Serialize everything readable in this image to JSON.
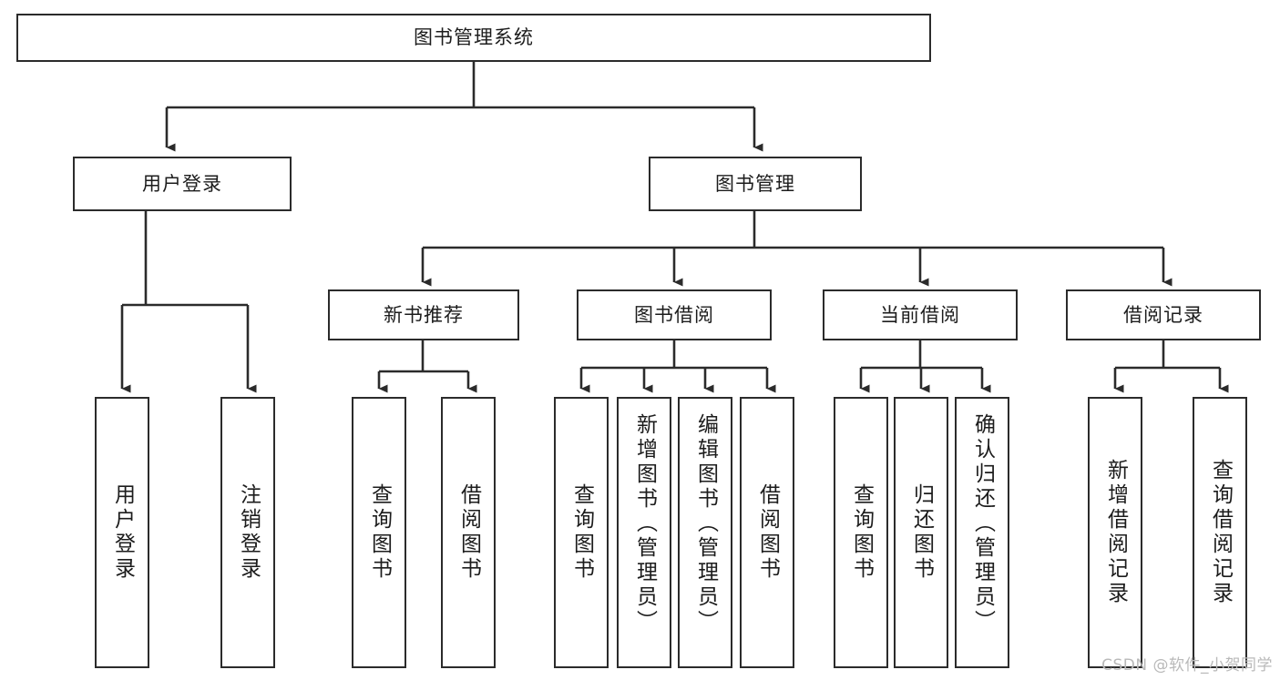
{
  "diagram": {
    "title": "图书管理系统",
    "type": "tree-hierarchy",
    "root": {
      "label": "图书管理系统"
    },
    "level2": [
      {
        "label": "用户登录"
      },
      {
        "label": "图书管理"
      }
    ],
    "level3": [
      {
        "label": "新书推荐"
      },
      {
        "label": "图书借阅"
      },
      {
        "label": "当前借阅"
      },
      {
        "label": "借阅记录"
      }
    ],
    "leaves": {
      "user_login": [
        {
          "label": "用户登录"
        },
        {
          "label": "注销登录"
        }
      ],
      "new_book_recommend": [
        {
          "label": "查询图书"
        },
        {
          "label": "借阅图书"
        }
      ],
      "book_borrow": [
        {
          "label": "查询图书"
        },
        {
          "label": "新增图书（管理员）"
        },
        {
          "label": "编辑图书（管理员）"
        },
        {
          "label": "借阅图书"
        }
      ],
      "current_borrow": [
        {
          "label": "查询图书"
        },
        {
          "label": "归还图书"
        },
        {
          "label": "确认归还（管理员）"
        }
      ],
      "borrow_record": [
        {
          "label": "新增借阅记录"
        },
        {
          "label": "查询借阅记录"
        }
      ]
    }
  },
  "watermark": {
    "text": "CSDN @软件_小贺同学"
  },
  "colors": {
    "stroke": "#2b2b2b",
    "fill": "#ffffff",
    "text": "#1c1c1c",
    "watermark": "#b9b9b9"
  }
}
